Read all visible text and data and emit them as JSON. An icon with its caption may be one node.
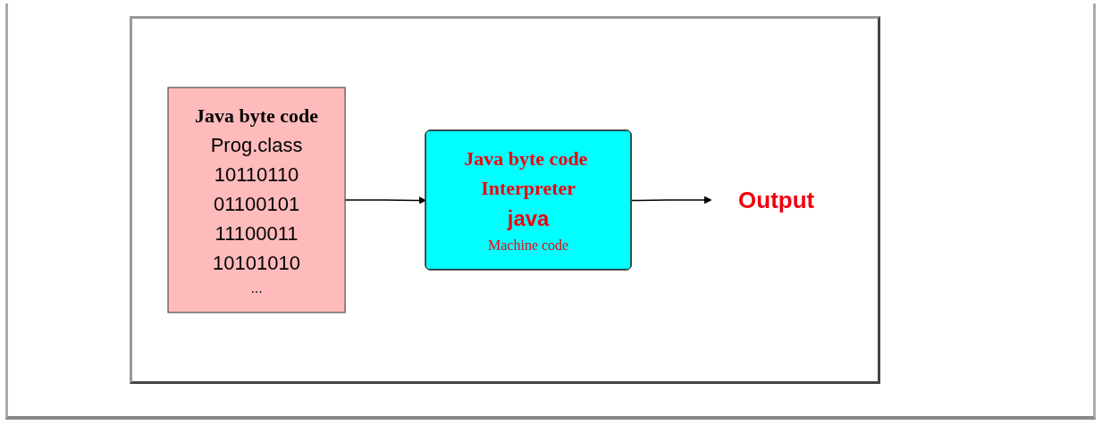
{
  "diagram": {
    "nodes": [
      {
        "text": [
          "Java byte code",
          "Prog.class",
          "10110110",
          "01100101",
          "11100011",
          "10101010",
          "..."
        ]
      },
      {
        "text": [
          "Java byte code Interpreter",
          "java",
          "Machine code"
        ]
      },
      {
        "text": [
          "Output"
        ]
      }
    ],
    "edges": [
      {
        "from": 0,
        "to": 1,
        "arrow": "to"
      },
      {
        "from": 1,
        "to": 2,
        "arrow": "to"
      }
    ]
  }
}
